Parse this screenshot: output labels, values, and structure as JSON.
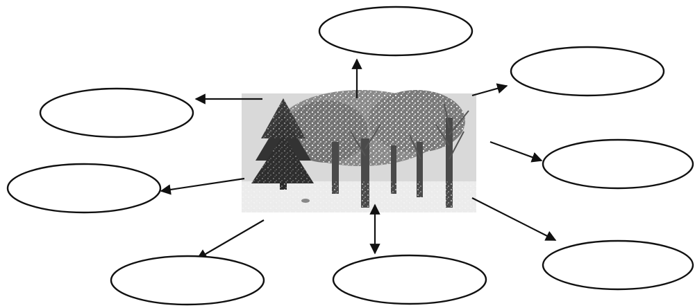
{
  "diagram": {
    "type": "concept-web",
    "center_image": "winter-forest-picture",
    "bubble_count": 8,
    "bubble_labels": [
      "",
      "",
      "",
      "",
      "",
      "",
      "",
      ""
    ],
    "colors": {
      "stroke": "#111111",
      "background": "#ffffff",
      "picture_bg": "#dcdcdc",
      "tree_dark": "#3a3a3a",
      "tree_mid": "#6b6b6b",
      "snow": "#f2f2f2"
    }
  }
}
